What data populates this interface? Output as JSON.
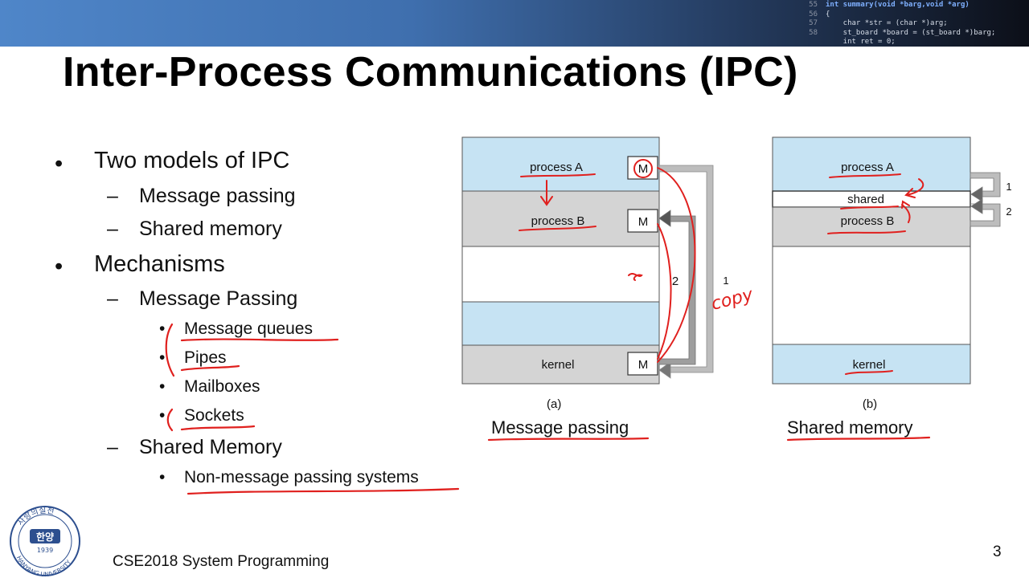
{
  "header": {
    "code_lines": [
      {
        "num": "55",
        "text": "int summary(void *barg,void *arg)"
      },
      {
        "num": "56",
        "text": "{"
      },
      {
        "num": "57",
        "text": "    char *str = (char *)arg;"
      },
      {
        "num": "58",
        "text": "    st_board *board = (st_board *)barg;"
      },
      {
        "num": "",
        "text": "    int ret = 0;"
      }
    ]
  },
  "slide": {
    "title": "Inter-Process Communications (IPC)",
    "bullets": {
      "b1": "Two models of IPC",
      "b1_s1": "Message passing",
      "b1_s2": "Shared memory",
      "b2": "Mechanisms",
      "b2_s1": "Message Passing",
      "b2_s1_i1": "Message queues",
      "b2_s1_i2": "Pipes",
      "b2_s1_i3": "Mailboxes",
      "b2_s1_i4": "Sockets",
      "b2_s2": "Shared Memory",
      "b2_s2_i1": "Non-message passing systems"
    },
    "bullet_symbol": "•",
    "dash_symbol": "–"
  },
  "diagram_a": {
    "process_a": "process A",
    "process_b": "process B",
    "kernel": "kernel",
    "m_label": "M",
    "arrow1": "1",
    "arrow2": "2",
    "sublabel": "(a)",
    "caption": "Message passing",
    "handwritten_copy": "copy"
  },
  "diagram_b": {
    "process_a": "process A",
    "shared": "shared",
    "process_b": "process B",
    "kernel": "kernel",
    "arrow1": "1",
    "arrow2": "2",
    "sublabel": "(b)",
    "caption": "Shared memory"
  },
  "footer": {
    "course": "CSE2018 System Programming",
    "page": "3",
    "logo_top": "사랑의실천",
    "logo_center": "한양",
    "logo_year": "1939",
    "logo_bottom": "HANYANG UNIVERSITY"
  },
  "colors": {
    "light_blue": "#c6e3f3",
    "gray": "#d4d4d4",
    "annotation_red": "#e0201e"
  }
}
